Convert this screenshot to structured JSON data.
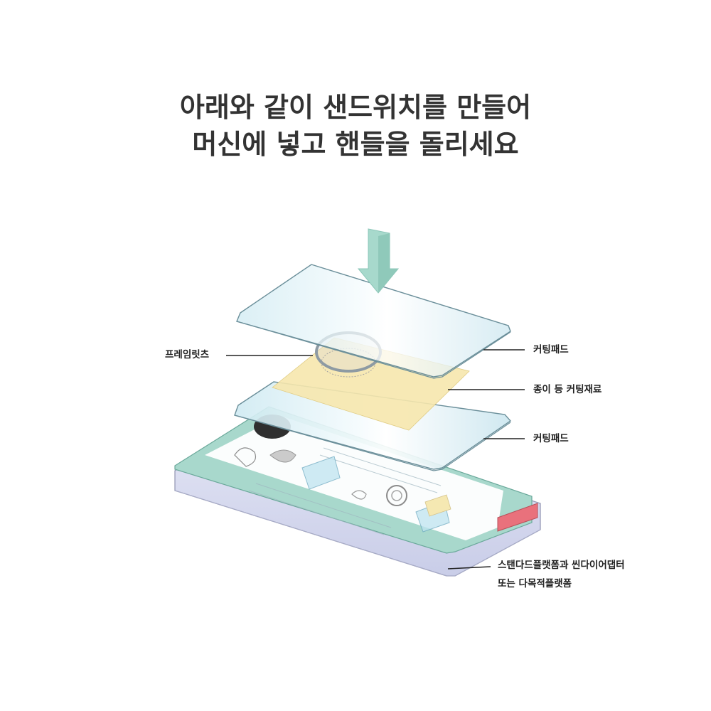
{
  "heading": {
    "line1": "아래와 같이 샌드위치를 만들어",
    "line2": "머신에 넣고 핸들을 돌리세요"
  },
  "labels": {
    "frame": "프레임릿츠",
    "pad_top": "커팅패드",
    "material": "종이 등 커팅재료",
    "pad_bottom": "커팅패드",
    "platform_line1": "스탠다드플랫폼과 씬다이어댑터",
    "platform_line2": "또는 다목적플랫폼"
  },
  "colors": {
    "arrow": "#a7d9cc",
    "pad": "#d6eef4",
    "material": "#f6e7ad",
    "platform_mint": "#a8d8cc",
    "platform_base": "#d4d8ee",
    "tab": "#e9717c",
    "text": "#333333"
  }
}
